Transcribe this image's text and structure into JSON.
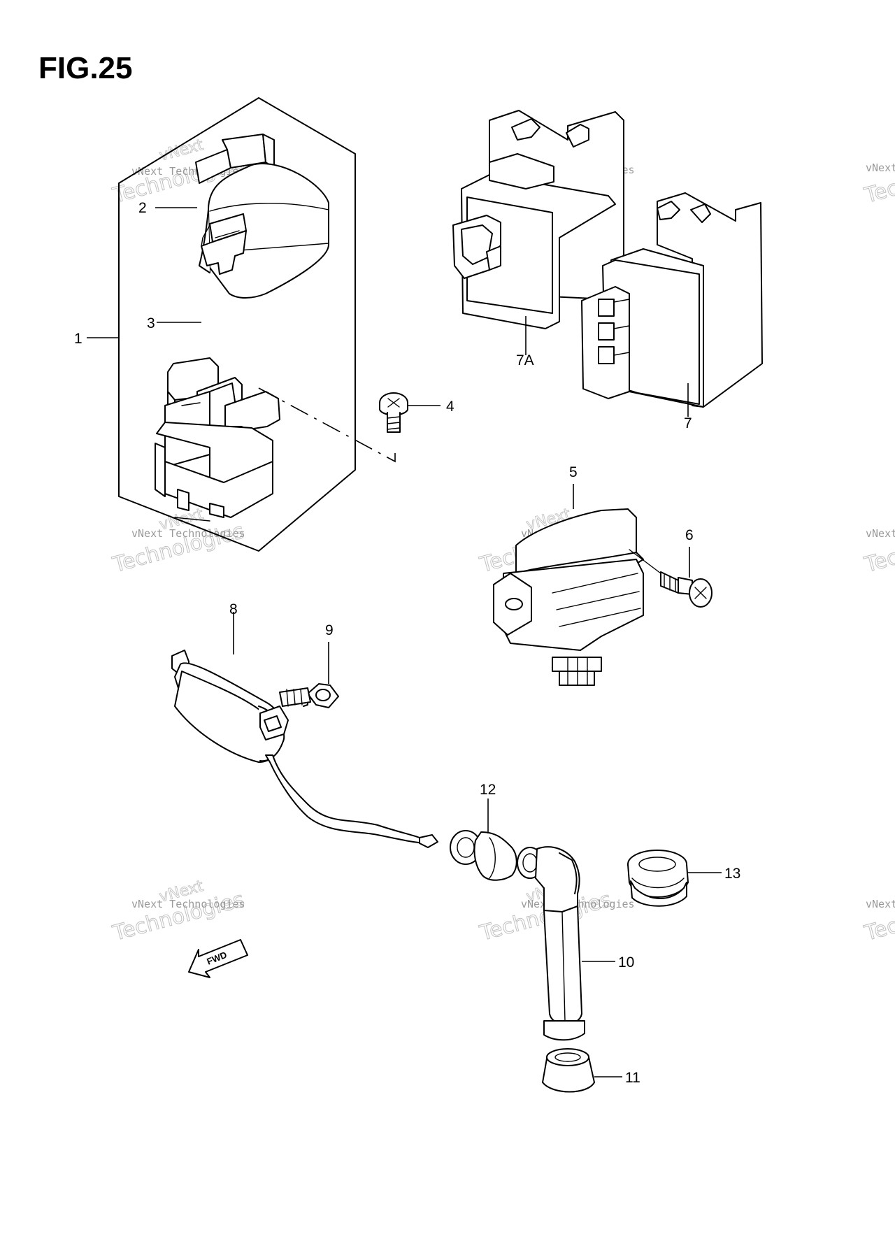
{
  "figure": {
    "title": "FIG.25"
  },
  "callouts": {
    "c1": "1",
    "c2": "2",
    "c3": "3",
    "c4": "4",
    "c5": "5",
    "c6": "6",
    "c7": "7",
    "c7a": "7A",
    "c8": "8",
    "c9": "9",
    "c10": "10",
    "c11": "11",
    "c12": "12",
    "c13": "13"
  },
  "fwd_arrow": {
    "label": "FWD"
  },
  "watermark": {
    "line1": "vNext Technologies",
    "line2": "Technologies",
    "line3": "vNext"
  },
  "colors": {
    "ink": "#000000",
    "watermark": "#9a9a9a",
    "background": "#ffffff"
  }
}
